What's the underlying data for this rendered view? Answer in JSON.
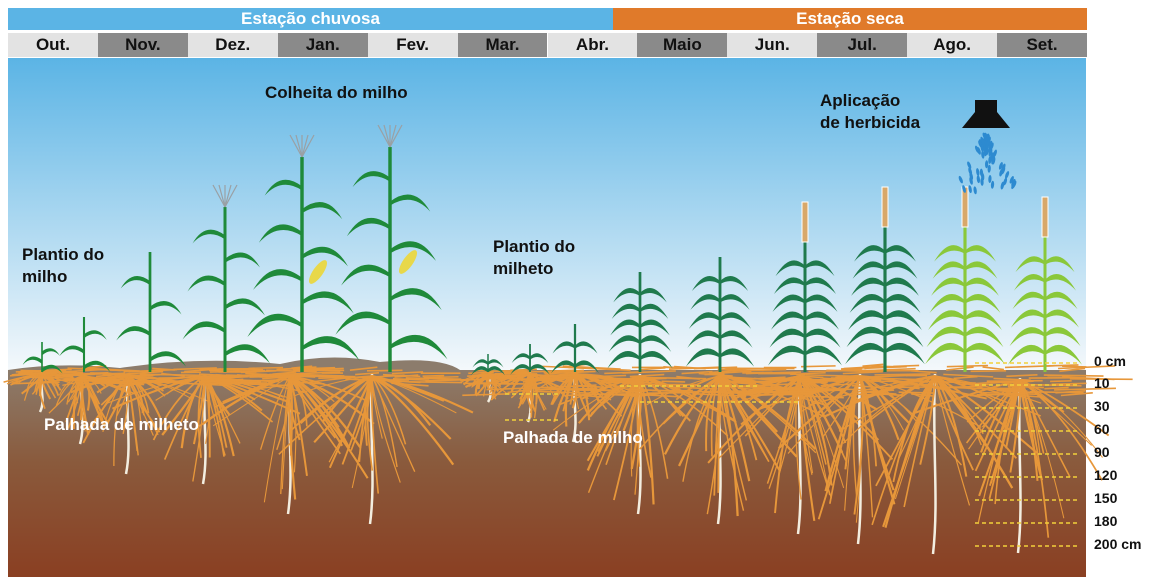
{
  "header": {
    "seasons": [
      {
        "label": "Estação chuvosa",
        "color": "#5bb4e5"
      },
      {
        "label": "Estação seca",
        "color": "#e07a2a"
      }
    ],
    "months": [
      "Out.",
      "Nov.",
      "Dez.",
      "Jan.",
      "Fev.",
      "Mar.",
      "Abr.",
      "Maio",
      "Jun.",
      "Jul.",
      "Ago.",
      "Set."
    ]
  },
  "labels": {
    "plantio_milho": "Plantio do\nmilho",
    "colheita_milho": "Colheita do milho",
    "plantio_milheto": "Plantio do\nmilheto",
    "aplicacao_herbicida": "Aplicação\nde herbicida",
    "palhada_milheto": "Palhada de milheto",
    "palhada_milho": "Palhada de milho"
  },
  "depths": [
    "0 cm",
    "10",
    "30",
    "60",
    "90",
    "120",
    "150",
    "180",
    "200 cm"
  ],
  "colors": {
    "sky_top": "#5bb4e5",
    "sky_bottom": "#f4f8fb",
    "soil_top": "#8c7c6c",
    "soil_bottom": "#8a3f22",
    "roots": "#e7973a",
    "corn": "#1f8a3a",
    "millet_dark": "#1f7a4d",
    "millet_light": "#8ac83a",
    "depth_line": "#f2d13a",
    "month_light": "#e3e3e3",
    "month_dark": "#8a8a8a"
  }
}
